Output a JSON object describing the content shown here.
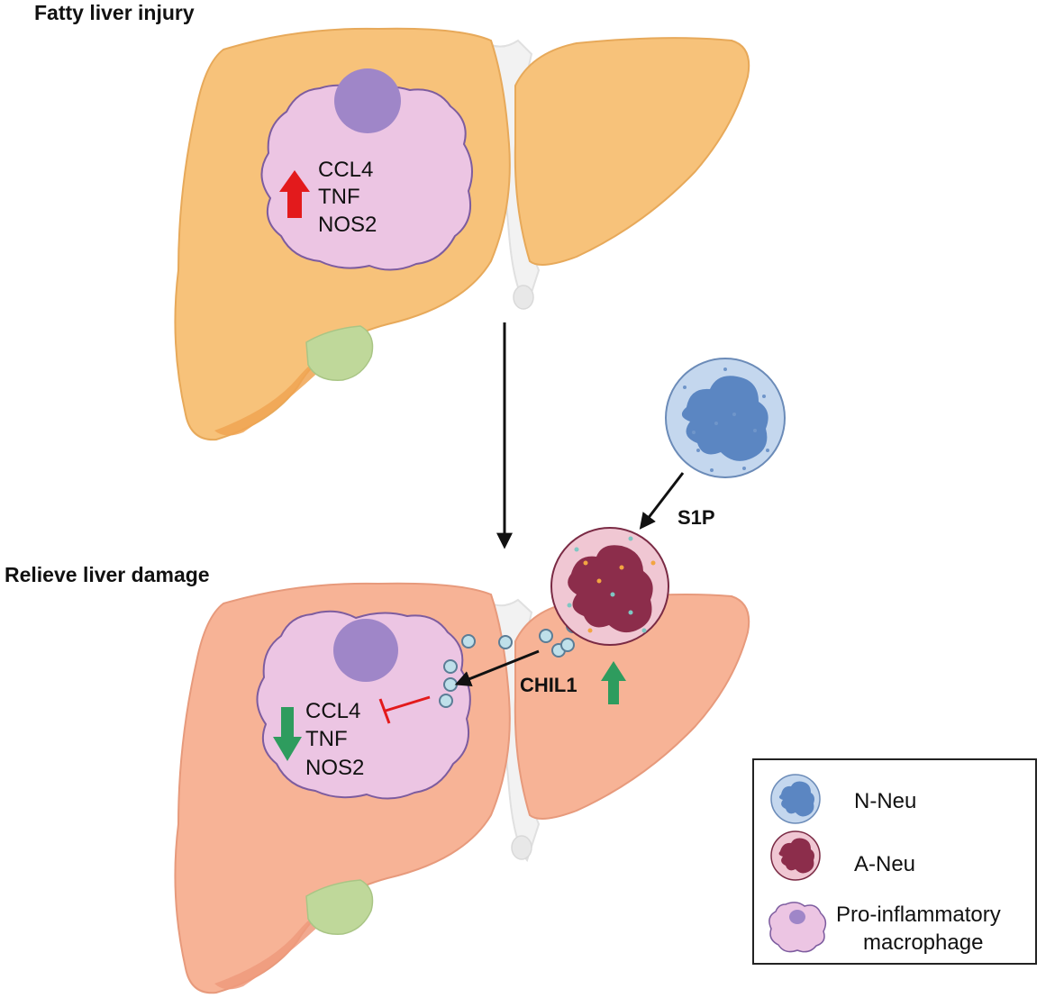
{
  "panels": {
    "top": {
      "title": "Fatty liver injury",
      "genes": [
        "CCL4",
        "TNF",
        "NOS2"
      ],
      "regulation": "up",
      "liver_color": "#f7c27a"
    },
    "bottom": {
      "title": "Relieve liver damage",
      "genes": [
        "CCL4",
        "TNF",
        "NOS2"
      ],
      "regulation": "down",
      "liver_color": "#f7b396"
    }
  },
  "signals": {
    "s1p": "S1P",
    "chil1": "CHIL1"
  },
  "legend": {
    "items": [
      {
        "label": "N-Neu",
        "icon": "n-neu-icon"
      },
      {
        "label": "A-Neu",
        "icon": "a-neu-icon"
      },
      {
        "label_line1": "Pro-inflammatory",
        "label_line2": "macrophage",
        "icon": "macrophage-icon"
      }
    ]
  },
  "colors": {
    "up_arrow": "#e31a1c",
    "down_arrow": "#2e9c5e",
    "inhibition": "#e31a1c",
    "macrophage_fill": "#ecc5e3",
    "macrophage_nucleus": "#9f86c8",
    "n_neu_fill": "#c4d7ee",
    "n_neu_nucleus": "#5b86c2",
    "a_neu_fill": "#f0c7d3",
    "a_neu_nucleus": "#8c2d4b"
  }
}
